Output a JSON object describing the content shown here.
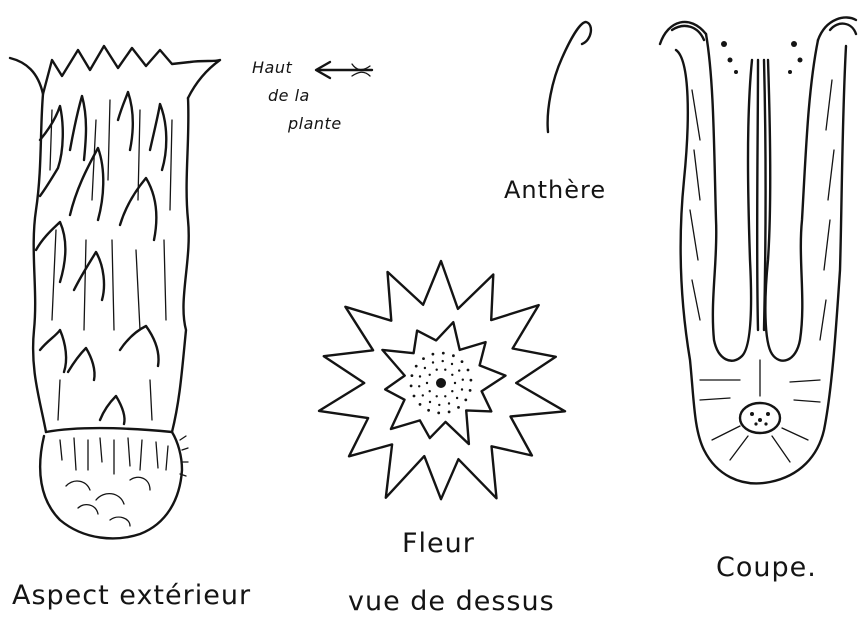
{
  "labels": {
    "exterior": "Aspect extérieur",
    "flower_title": "Fleur",
    "flower_sub": "vue de dessus",
    "section": "Coupe.",
    "anther": "Anthère",
    "top_note_line1": "Haut",
    "top_note_line2": "de la",
    "top_note_line3": "plante"
  },
  "colors": {
    "ink": "#141414",
    "paper": "#ffffff"
  }
}
